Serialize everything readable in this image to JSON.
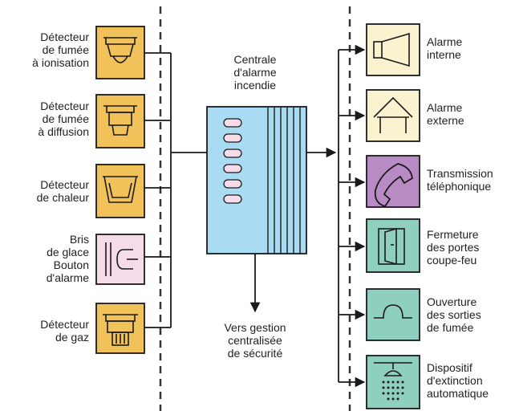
{
  "inputs": [
    {
      "lines": [
        "Détecteur",
        "de fumée",
        "à ionisation"
      ],
      "icon": "ionization-smoke-detector-icon"
    },
    {
      "lines": [
        "Détecteur",
        "de fumée",
        "à diffusion"
      ],
      "icon": "diffusion-smoke-detector-icon"
    },
    {
      "lines": [
        "Détecteur",
        "de chaleur"
      ],
      "icon": "heat-detector-icon"
    },
    {
      "lines": [
        "Bris",
        "de glace",
        "Bouton",
        "d'alarme"
      ],
      "icon": "break-glass-button-icon"
    },
    {
      "lines": [
        "Détecteur",
        "de gaz"
      ],
      "icon": "gas-detector-icon"
    }
  ],
  "central": {
    "lines": [
      "Centrale",
      "d'alarme",
      "incendie"
    ]
  },
  "management": {
    "lines": [
      "Vers gestion",
      "centralisée",
      "de sécurité"
    ]
  },
  "outputs": [
    {
      "lines": [
        "Alarme",
        "interne"
      ],
      "icon": "horn-icon"
    },
    {
      "lines": [
        "Alarme",
        "externe"
      ],
      "icon": "siren-icon"
    },
    {
      "lines": [
        "Transmission",
        "téléphonique"
      ],
      "icon": "telephone-icon"
    },
    {
      "lines": [
        "Fermeture",
        "des portes",
        "coupe-feu"
      ],
      "icon": "fire-door-icon"
    },
    {
      "lines": [
        "Ouverture",
        "des sorties",
        "de fumée"
      ],
      "icon": "smoke-vent-icon"
    },
    {
      "lines": [
        "Dispositif",
        "d'extinction",
        "automatique"
      ],
      "icon": "sprinkler-icon"
    }
  ],
  "colors": {
    "input_orange": "#f2c25a",
    "break_glass_pink": "#f6dbe8",
    "horn_cream": "#fbf3cf",
    "phone_purple": "#b98bc4",
    "teal": "#8ecfbf",
    "panel_blue": "#a9dcf3",
    "line": "#1a1a1a"
  }
}
